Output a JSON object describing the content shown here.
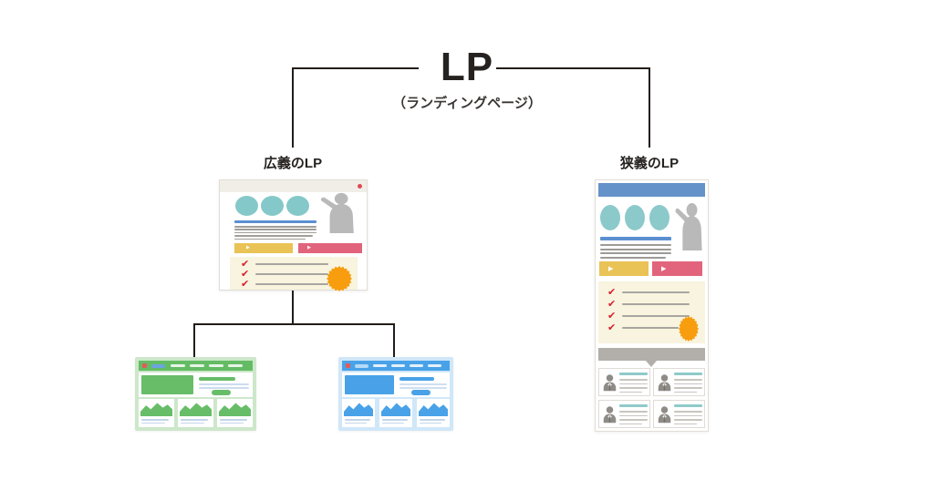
{
  "diagram": {
    "title": "LP",
    "subtitle": "（ランディングページ）",
    "left_branch_label": "広義のLP",
    "right_branch_label": "狭義のLP"
  },
  "icons": {
    "play-icon": "▶",
    "check-icon": "✔",
    "window-dot-icon": "red-circle",
    "home-icon": "red-square",
    "person-silhouette-icon": "presenter-svg",
    "person-bust-icon": "bust-svg",
    "starburst-badge-icon": "orange-seal-svg",
    "mountain-thumbnail-icon": "mountain-svg"
  },
  "colors": {
    "connector_line": "#221d1a",
    "teal_circle": "#85c8c9",
    "blue_header": "#6592c8",
    "heading_blue": "#5b8fd0",
    "yellow_button": "#e9c355",
    "pink_button": "#e2647c",
    "cream_panel": "#f8f4df",
    "check_red": "#d6202e",
    "orange_badge": "#f79d0e",
    "silhouette_gray": "#b9b9b9",
    "banner_gray": "#b2afab",
    "green_theme": "#67bd68",
    "green_frame": "#cde7ca",
    "blue_theme": "#49a2e8",
    "blue_frame": "#d0e7f8"
  }
}
